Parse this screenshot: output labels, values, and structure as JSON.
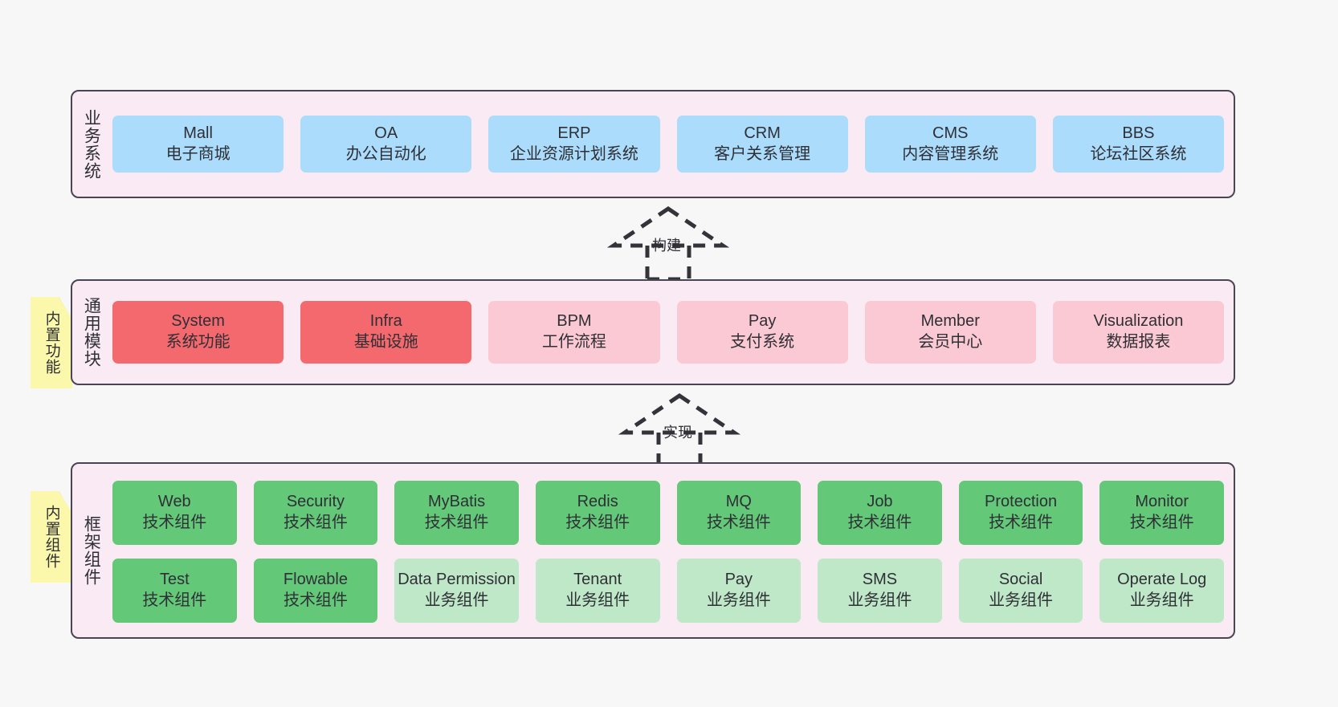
{
  "diagram": {
    "background_color": "#f7f7f7",
    "panel_color": "#faeaf3",
    "panel_border_color": "#4b4453"
  },
  "layers": {
    "business": {
      "title": "业务系统",
      "box_color": "#abdcfb",
      "items": [
        {
          "en": "Mall",
          "cn": "电子商城"
        },
        {
          "en": "OA",
          "cn": "办公自动化"
        },
        {
          "en": "ERP",
          "cn": "企业资源计划系统"
        },
        {
          "en": "CRM",
          "cn": "客户关系管理"
        },
        {
          "en": "CMS",
          "cn": "内容管理系统"
        },
        {
          "en": "BBS",
          "cn": "论坛社区系统"
        }
      ]
    },
    "module": {
      "title": "通用模块",
      "note": "内置功能",
      "note_color": "#fbf8ab",
      "highlight_color": "#f4696e",
      "normal_color": "#fbc9d3",
      "items": [
        {
          "en": "System",
          "cn": "系统功能",
          "style": "red"
        },
        {
          "en": "Infra",
          "cn": "基础设施",
          "style": "red"
        },
        {
          "en": "BPM",
          "cn": "工作流程",
          "style": "pink"
        },
        {
          "en": "Pay",
          "cn": "支付系统",
          "style": "pink"
        },
        {
          "en": "Member",
          "cn": "会员中心",
          "style": "pink"
        },
        {
          "en": "Visualization",
          "cn": "数据报表",
          "style": "pink"
        }
      ]
    },
    "framework": {
      "title": "框架组件",
      "note": "内置组件",
      "note_color": "#fbf8ab",
      "tech_color": "#63c878",
      "business_color": "#bfe8c9",
      "row1": [
        {
          "en": "Web",
          "cn": "技术组件",
          "style": "green"
        },
        {
          "en": "Security",
          "cn": "技术组件",
          "style": "green"
        },
        {
          "en": "MyBatis",
          "cn": "技术组件",
          "style": "green"
        },
        {
          "en": "Redis",
          "cn": "技术组件",
          "style": "green"
        },
        {
          "en": "MQ",
          "cn": "技术组件",
          "style": "green"
        },
        {
          "en": "Job",
          "cn": "技术组件",
          "style": "green"
        },
        {
          "en": "Protection",
          "cn": "技术组件",
          "style": "green"
        },
        {
          "en": "Monitor",
          "cn": "技术组件",
          "style": "green"
        }
      ],
      "row2": [
        {
          "en": "Test",
          "cn": "技术组件",
          "style": "green"
        },
        {
          "en": "Flowable",
          "cn": "技术组件",
          "style": "green"
        },
        {
          "en": "Data Permission",
          "cn": "业务组件",
          "style": "green-light"
        },
        {
          "en": "Tenant",
          "cn": "业务组件",
          "style": "green-light"
        },
        {
          "en": "Pay",
          "cn": "业务组件",
          "style": "green-light"
        },
        {
          "en": "SMS",
          "cn": "业务组件",
          "style": "green-light"
        },
        {
          "en": "Social",
          "cn": "业务组件",
          "style": "green-light"
        },
        {
          "en": "Operate Log",
          "cn": "业务组件",
          "style": "green-light"
        }
      ]
    }
  },
  "connectors": [
    {
      "id": "build",
      "label": "构建",
      "from": "module",
      "to": "business"
    },
    {
      "id": "impl",
      "label": "实现",
      "from": "framework",
      "to": "module"
    }
  ]
}
